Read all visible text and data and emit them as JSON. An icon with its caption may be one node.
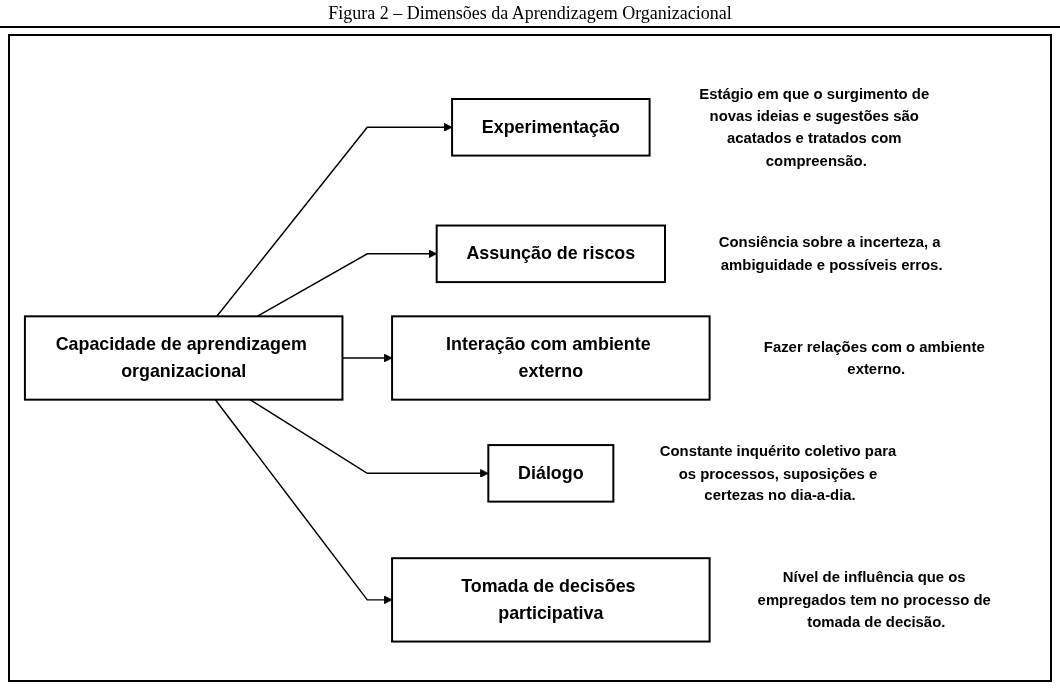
{
  "diagram": {
    "title": "Figura 2 – Dimensões da Aprendizagem Organizacional",
    "nodes": [
      {
        "text": [
          "Capacidade de aprendizagem organizacional"
        ]
      },
      {
        "text": [
          "Experimentação"
        ],
        "beside": [
          "Estágio em que o surgimento de novas ideias e sugestões são acatados e tratados com compreensão."
        ]
      },
      {
        "text": [
          "Assunção de riscos"
        ],
        "beside": [
          "Consiência sobre a incerteza, a ambiguidade e possíveis erros."
        ]
      },
      {
        "text": [
          "Interação com ambiente externo"
        ],
        "beside": [
          "Fazer relações com o ambiente externo."
        ]
      },
      {
        "text": [
          "Diálogo"
        ],
        "beside": [
          "Constante inquérito coletivo para os processos, suposições e certezas no dia-a-dia."
        ]
      },
      {
        "text": [
          "Tomada de decisões participativa"
        ],
        "beside": [
          "Nível de influência que os empregados tem no processo de tomada de decisão."
        ]
      }
    ],
    "edges": [
      {
        "from": 0,
        "to": 1,
        "arrow": "to"
      },
      {
        "from": 0,
        "to": 2,
        "arrow": "to"
      },
      {
        "from": 0,
        "to": 3,
        "arrow": "to"
      },
      {
        "from": 0,
        "to": 4,
        "arrow": "to"
      },
      {
        "from": 0,
        "to": 5,
        "arrow": "to"
      }
    ]
  }
}
